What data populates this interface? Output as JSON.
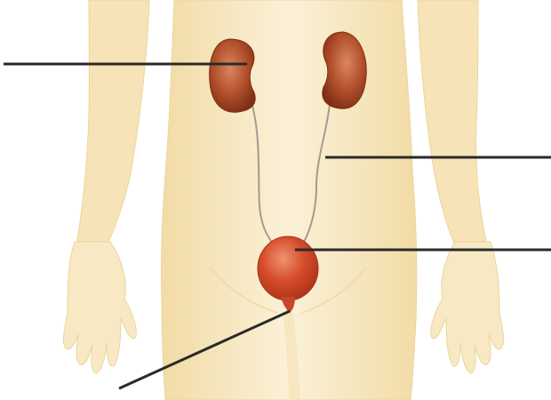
{
  "diagram": {
    "subject": "urinary system",
    "labels": [
      {
        "id": "kidney",
        "text": ""
      },
      {
        "id": "ureter",
        "text": ""
      },
      {
        "id": "bladder",
        "text": ""
      },
      {
        "id": "urethra",
        "text": ""
      }
    ]
  },
  "colors": {
    "background": "#ffffff",
    "skin_fill": "#f9eccb",
    "skin_edge": "#ecd59a",
    "kidney": "#b3502c",
    "kidney_dark": "#7e2e14",
    "kidney_light": "#d98662",
    "bladder": "#d14a2a",
    "bladder_light": "#ec8a66",
    "ureter": "#a39c91",
    "leader_line": "#2a2a2a"
  }
}
